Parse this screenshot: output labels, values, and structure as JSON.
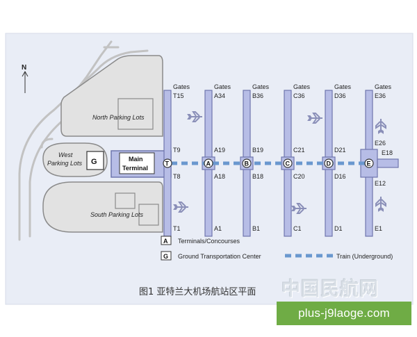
{
  "map": {
    "caption": "图1 亚特兰大机场航站区平面",
    "north_label": "N",
    "parking": {
      "north": "North Parking Lots",
      "west_line1": "West",
      "west_line2": "Parking Lots",
      "south": "South Parking Lots",
      "ground_center_letter": "G"
    },
    "main_terminal": {
      "line1": "Main",
      "line2": "Terminal"
    },
    "stations": [
      "T",
      "A",
      "B",
      "C",
      "D",
      "E"
    ],
    "concourses": [
      {
        "header": "Gates",
        "top": "T15",
        "upper": "T9",
        "lower": "T8",
        "bottom": "T1"
      },
      {
        "header": "Gates",
        "top": "A34",
        "upper": "A19",
        "lower": "A18",
        "bottom": "A1"
      },
      {
        "header": "Gates",
        "top": "B36",
        "upper": "B19",
        "lower": "B18",
        "bottom": "B1"
      },
      {
        "header": "Gates",
        "top": "C36",
        "upper": "C21",
        "lower": "C20",
        "bottom": "C1"
      },
      {
        "header": "Gates",
        "top": "D36",
        "upper": "D21",
        "lower": "D16",
        "bottom": "D1"
      },
      {
        "header": "Gates",
        "top": "E36",
        "upper": "E26",
        "lower": "E12",
        "bottom": "E1",
        "side": "E18"
      }
    ],
    "legend": {
      "terminals_symbol": "A",
      "terminals_label": "Terminals/Concourses",
      "gtc_symbol": "G",
      "gtc_label": "Ground Transportation Center",
      "train_label": "Train (Underground)"
    },
    "colors": {
      "map_bg": "#e9edf6",
      "concourse_fill": "#b7bde6",
      "concourse_stroke": "#6f76ad",
      "parking_fill": "#e2e2e2",
      "parking_stroke": "#8a8a8a",
      "road": "#bdbdbd",
      "train": "#6a98cf"
    }
  },
  "watermark": {
    "text": "plus-j9laoge.com",
    "banner": "中国民航网"
  }
}
